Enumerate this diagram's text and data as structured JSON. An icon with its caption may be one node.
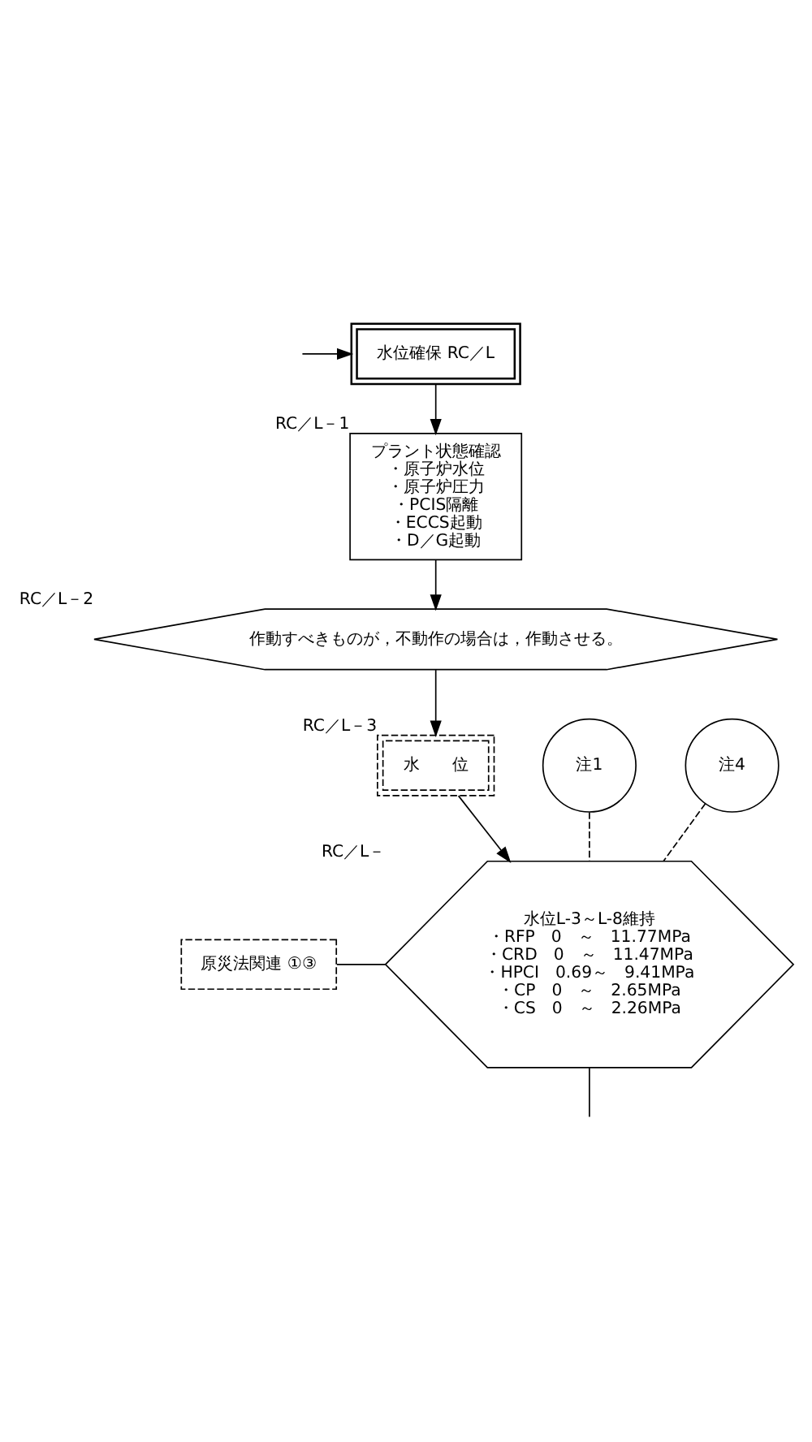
{
  "diagram": {
    "nodes": [
      {
        "text": [
          "水位確保 RC／L"
        ]
      },
      {
        "text": [
          "プラント状態確認",
          "・原子炉水位",
          "・原子炉圧力",
          "・PCIS隔離",
          "・ECCS起動",
          "・D／G起動"
        ],
        "beside": [
          "RC／L－1"
        ]
      },
      {
        "text": [
          "作動すべきものが，不動作の場合は，作動させる。"
        ],
        "beside": [
          "RC／L－2"
        ]
      },
      {
        "text": [
          "水　　位"
        ],
        "beside": [
          "RC／L－3"
        ]
      },
      {
        "text": [
          "水位L-3～L-8維持",
          "・RFP　0　～　11.77MPa",
          "・CRD　0　～　11.47MPa",
          "・HPCI　0.69～　9.41MPa",
          "・CP　0　～　2.65MPa",
          "・CS　0　～　2.26MPa"
        ],
        "beside": [
          "RC／L－"
        ]
      },
      {
        "text": [
          "注1"
        ]
      },
      {
        "text": [
          "注4"
        ]
      },
      {
        "text": [
          "原災法関連 ①③"
        ]
      }
    ],
    "edges": [
      {
        "from": null,
        "to": 0,
        "arrow": "to"
      },
      {
        "from": 0,
        "to": 1,
        "arrow": "to"
      },
      {
        "from": 1,
        "to": 2,
        "arrow": "to"
      },
      {
        "from": 2,
        "to": 3,
        "arrow": "to"
      },
      {
        "from": 3,
        "to": 4,
        "arrow": "to"
      },
      {
        "from": 5,
        "to": 4,
        "arrow": "none",
        "style": "dashed"
      },
      {
        "from": 6,
        "to": 4,
        "arrow": "none",
        "style": "dashed"
      },
      {
        "from": 7,
        "to": 4,
        "arrow": "none"
      },
      {
        "from": 4,
        "to": null,
        "arrow": "none"
      }
    ]
  }
}
